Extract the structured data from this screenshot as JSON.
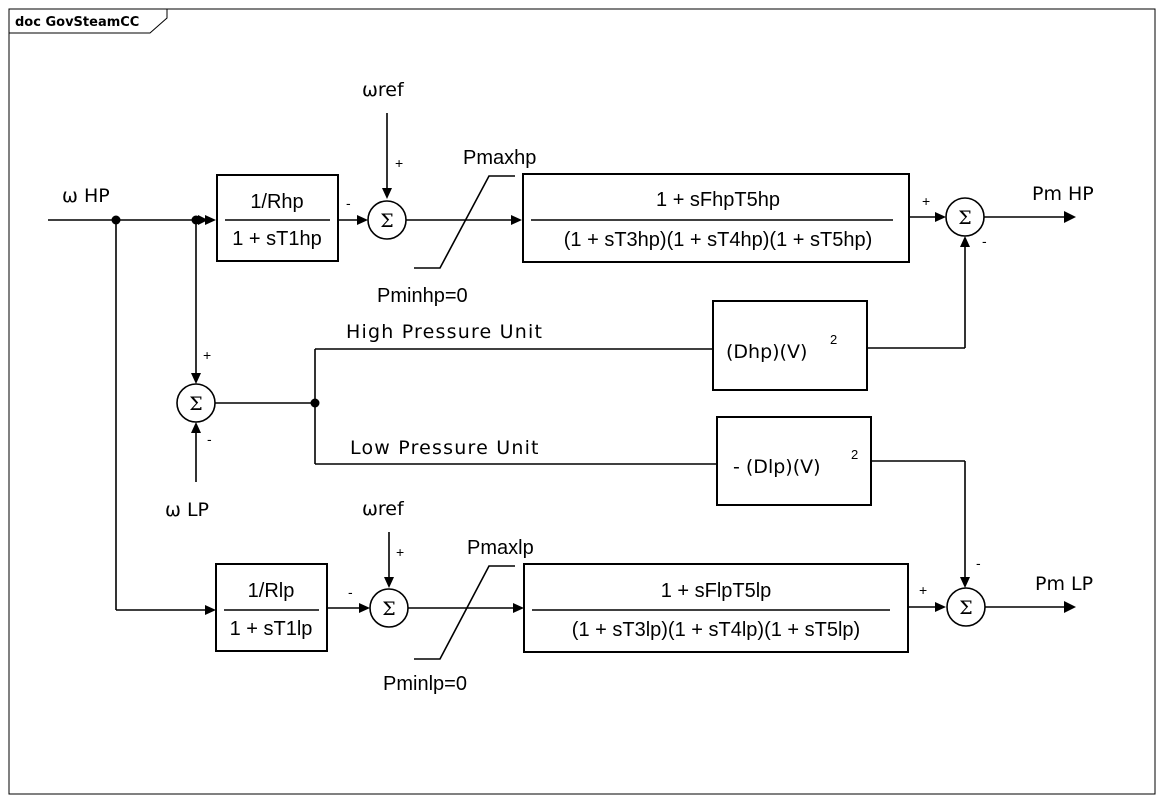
{
  "frame": {
    "title": "doc GovSteamCC"
  },
  "signals": {
    "omega_hp": "ω HP",
    "omega_lp": "ω LP",
    "omega_ref_top": "ωref",
    "omega_ref_bottom": "ωref",
    "pm_hp": "Pm HP",
    "pm_lp": "Pm LP"
  },
  "blocks": {
    "rhp": {
      "num": "1/Rhp",
      "den": "1 + sT1hp"
    },
    "rlp": {
      "num": "1/Rlp",
      "den": "1 + sT1lp"
    },
    "hp_turbine": {
      "num": "1 + sFhpT5hp",
      "den": "(1 + sT3hp)(1 + sT4hp)(1 + sT5hp)"
    },
    "lp_turbine": {
      "num": "1 + sFlpT5lp",
      "den": "(1 + sT3lp)(1 + sT4lp)(1 + sT5lp)"
    },
    "dhp": {
      "text": "(Dhp)(V)",
      "exp": "2"
    },
    "dlp": {
      "text": "- (Dlp)(V)",
      "exp": "2"
    }
  },
  "limits": {
    "pmaxhp": "Pmaxhp",
    "pminhp": "Pminhp=0",
    "pmaxlp": "Pmaxlp",
    "pminlp": "Pminlp=0"
  },
  "units": {
    "high": "High Pressure Unit",
    "low": "Low Pressure Unit"
  },
  "summers": {
    "symbol": "Σ"
  },
  "signs": {
    "plus": "+",
    "minus": "-"
  }
}
